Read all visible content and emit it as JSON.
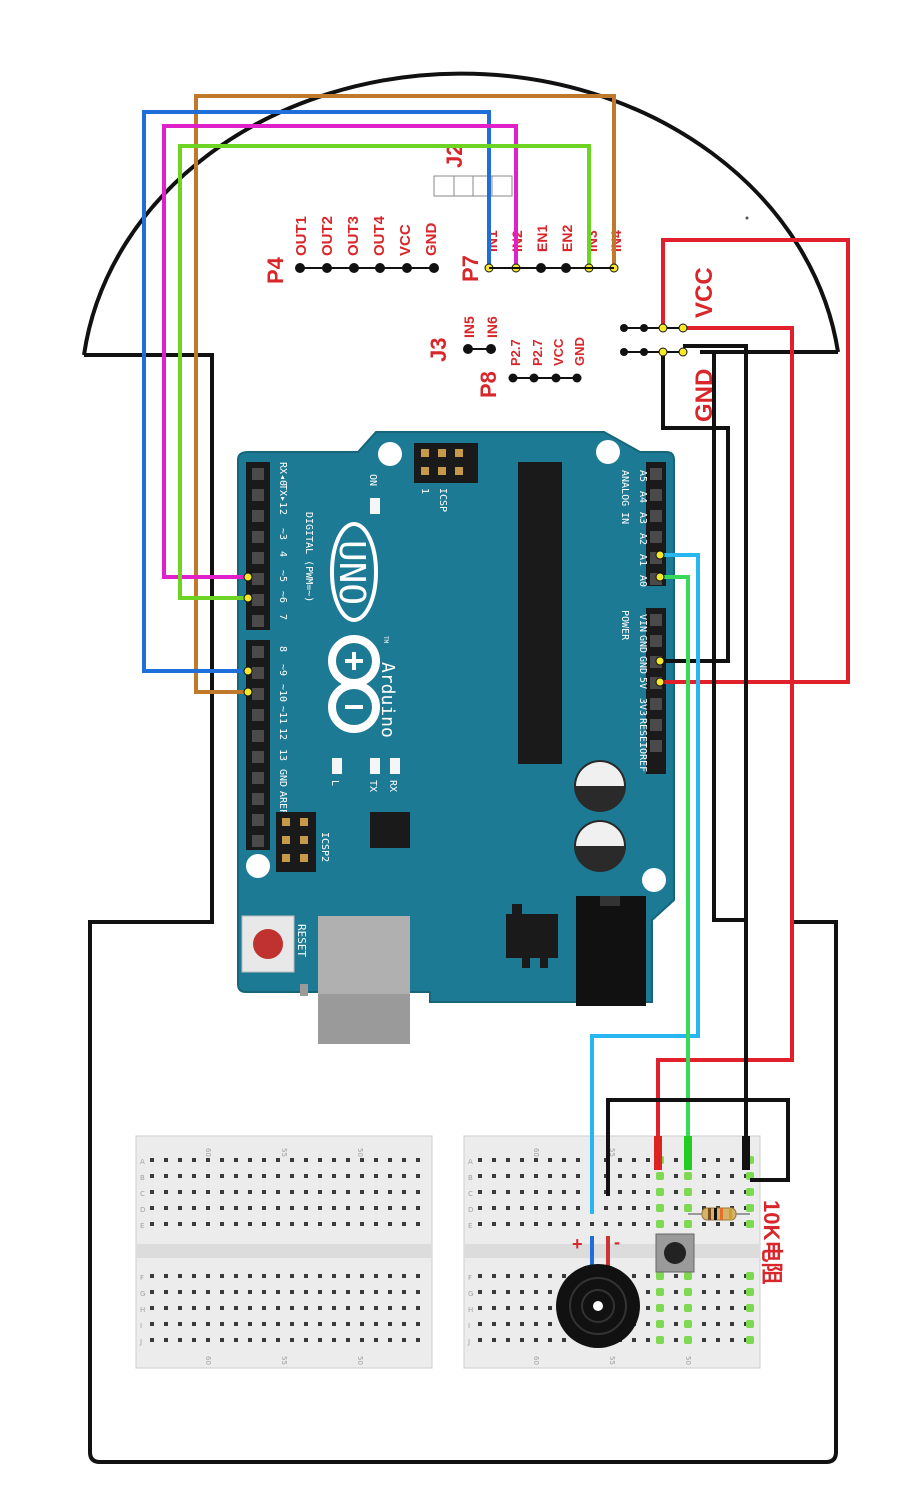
{
  "chassis": {
    "header_p4": {
      "name": "P4",
      "pins": [
        "OUT1",
        "OUT2",
        "OUT3",
        "OUT4",
        "VCC",
        "GND"
      ]
    },
    "header_p7": {
      "name": "P7",
      "pins": [
        "IN1",
        "IN2",
        "EN1",
        "EN2",
        "IN3",
        "IN4"
      ]
    },
    "header_j2": {
      "name": "J2"
    },
    "header_j3": {
      "name": "J3",
      "pins": [
        "IN5",
        "IN6"
      ]
    },
    "header_p8": {
      "name": "P8",
      "pins": [
        "P2.7",
        "P2.7",
        "VCC",
        "GND"
      ]
    },
    "power_vcc": "VCC",
    "power_gnd": "GND"
  },
  "arduino": {
    "model": "UNO",
    "brand": "Arduino",
    "tm": "TM",
    "on_label": "ON",
    "icsp_top": "ICSP",
    "icsp_top_pin": "1",
    "icsp2": "ICSP2",
    "reset": "RESET",
    "digital_label": "DIGITAL (PWM=~)",
    "analog_label": "ANALOG IN",
    "power_label": "POWER",
    "led_l": "L",
    "led_tx": "TX",
    "led_rx": "RX",
    "digital_pins": [
      "RX◂0",
      "TX▸1",
      "2",
      "~3",
      "4",
      "~5",
      "~6",
      "7",
      "8",
      "~9",
      "~10",
      "~11",
      "12",
      "13",
      "GND",
      "AREF"
    ],
    "analog_pins": [
      "A5",
      "A4",
      "A3",
      "A2",
      "A1",
      "A0"
    ],
    "power_pins": [
      "VIN",
      "GND",
      "GND",
      "5V",
      "3V3",
      "RESET",
      "IOREF"
    ]
  },
  "breadboard": {
    "col_numbers_left": [
      "60",
      "55",
      "50"
    ],
    "col_numbers_right": [
      "60",
      "55",
      "50"
    ],
    "rows_top": [
      "A",
      "B",
      "C",
      "D",
      "E"
    ],
    "rows_bottom": [
      "F",
      "G",
      "H",
      "I",
      "J"
    ]
  },
  "components": {
    "buzzer_plus": "+",
    "buzzer_minus": "-",
    "resistor_label": "10K电阻"
  },
  "colors": {
    "wire_brown": "#c0792a",
    "wire_blue": "#1e6fd9",
    "wire_magenta": "#e020c8",
    "wire_green": "#6ed424",
    "wire_red": "#e0202a",
    "wire_black": "#111111",
    "wire_cyan": "#27b6f0",
    "wire_lime": "#38d85a",
    "board_teal": "#1d7a94",
    "label_red": "#d8262a"
  }
}
